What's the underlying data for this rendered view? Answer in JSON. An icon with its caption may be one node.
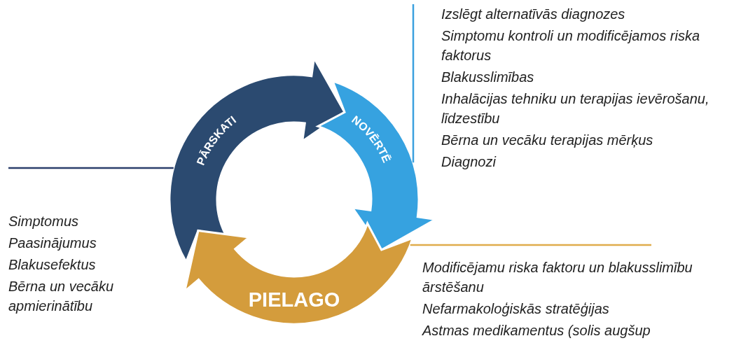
{
  "diagram": {
    "nodes": [
      {
        "text": [
          "PĀRSKATI"
        ]
      },
      {
        "text": [
          "NOVĒRTĒ"
        ]
      },
      {
        "text": [
          "PIELAGO"
        ]
      },
      {
        "text": [
          "Simptomus",
          "Paasinājumus",
          "Blakusefektus",
          "Bērna un vecāku apmierinātību"
        ]
      },
      {
        "text": [
          "Izslēgt alternatīvās diagnozes",
          "Simptomu kontroli un modificējamos riska faktorus",
          "Blakusslimības",
          "Inhalācijas tehniku un terapijas ievērošanu, līdzestību",
          "Bērna un vecāku terapijas mērķus",
          "Diagnozi"
        ]
      },
      {
        "text": [
          "Modificējamu riska faktoru un blakusslimību ārstēšanu",
          "Nefarmakoloģiskās stratēģijas",
          "Astmas medikamentus (solis augšup"
        ]
      }
    ],
    "edges": [
      {
        "from": 0,
        "to": 1,
        "arrow": "to",
        "color": "#2b4a70"
      },
      {
        "from": 1,
        "to": 2,
        "arrow": "to",
        "color": "#36a2e0"
      },
      {
        "from": 2,
        "to": 0,
        "arrow": "to",
        "color": "#d49c3c"
      },
      {
        "from": null,
        "to": 3,
        "arrow": "none",
        "color": "#2b3f6b"
      },
      {
        "from": null,
        "to": 4,
        "arrow": "none",
        "color": "#3aa0de"
      },
      {
        "from": null,
        "to": 5,
        "arrow": "none",
        "color": "#e0ac4c"
      }
    ]
  }
}
